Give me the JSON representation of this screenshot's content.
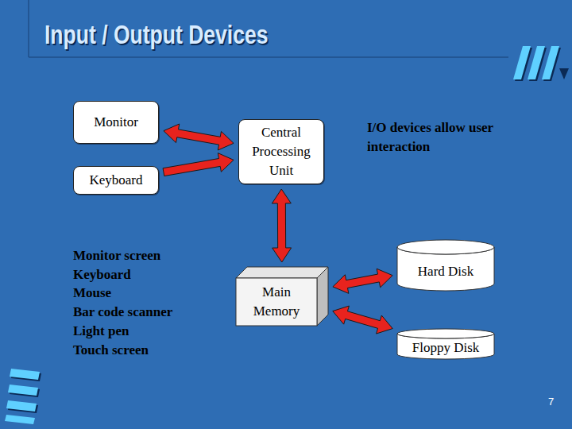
{
  "diagram": {
    "title": "Input / Output Devices",
    "nodes": [
      {
        "text": [
          "Monitor"
        ]
      },
      {
        "text": [
          "Keyboard"
        ]
      },
      {
        "text": [
          "Central Processing Unit"
        ]
      },
      {
        "text": [
          "Main Memory"
        ]
      },
      {
        "text": [
          "Hard Disk"
        ]
      },
      {
        "text": [
          "Floppy Disk"
        ]
      }
    ],
    "edges": [
      {
        "from": 0,
        "to": 2,
        "arrow": "both"
      },
      {
        "from": 1,
        "to": 2,
        "arrow": "to"
      },
      {
        "from": 2,
        "to": 3,
        "arrow": "both"
      },
      {
        "from": 3,
        "to": 4,
        "arrow": "both"
      },
      {
        "from": 3,
        "to": 5,
        "arrow": "both"
      }
    ],
    "labels": [
      "Monitor screen",
      "Keyboard",
      "Mouse",
      "Bar code scanner",
      "Light pen",
      "Touch screen",
      "I/O devices allow user interaction",
      "7"
    ]
  }
}
